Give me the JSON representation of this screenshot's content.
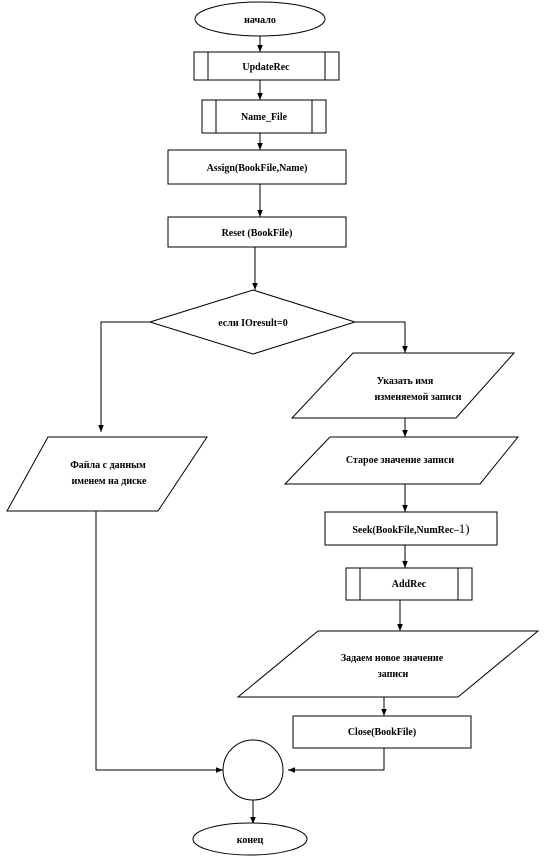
{
  "flowchart": {
    "start": "начало",
    "update_rec": "UpdateRec",
    "name_file": "Name_File",
    "assign": "Assign(BookFile,Name)",
    "reset": "Reset (BookFile)",
    "condition": "если  IOresult=0",
    "indicate_name_line1": "Указать имя",
    "indicate_name_line2": "изменяемой записи",
    "file_missing_line1": "Файла  с данным",
    "file_missing_line2": "именем на диске",
    "old_value": "Старое значение записи",
    "seek_prefix": "Seek(BookFile,NumRec–",
    "seek_suffix": "1)",
    "add_rec": "AddRec",
    "new_value_line1": "Задаем новое значение",
    "new_value_line2": "записи",
    "close": "Close(BookFile)",
    "end": "конец"
  }
}
